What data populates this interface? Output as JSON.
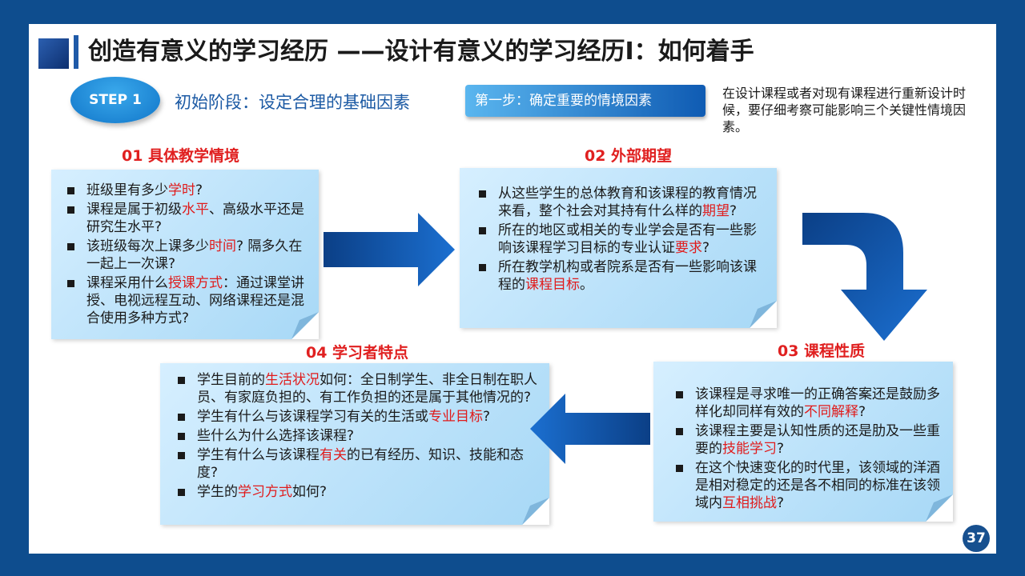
{
  "header": {
    "title": "创造有意义的学习经历 ——设计有意义的学习经历Ⅰ：如何着手"
  },
  "step": {
    "badge": "STEP 1",
    "phase": "初始阶段：设定合理的基础因素",
    "button": "第一步：确定重要的情境因素",
    "intro": "在设计课程或者对现有课程进行重新设计时候，要仔细考察可能影响三个关键性情境因素。"
  },
  "sections": [
    {
      "title": "01 具体教学情境",
      "items": [
        [
          {
            "t": "班级里有多少"
          },
          {
            "t": "学时",
            "hl": true
          },
          {
            "t": "?"
          }
        ],
        [
          {
            "t": "课程是属于初级"
          },
          {
            "t": "水平",
            "hl": true
          },
          {
            "t": "、高级水平还是研究生水平?"
          }
        ],
        [
          {
            "t": "该班级每次上课多少"
          },
          {
            "t": "时间",
            "hl": true
          },
          {
            "t": "? 隔多久在一起上一次课?"
          }
        ],
        [
          {
            "t": "课程采用什么"
          },
          {
            "t": "授课方式",
            "hl": true
          },
          {
            "t": "：通过课堂讲授、电视远程互动、网络课程还是混合使用多种方式?"
          }
        ]
      ]
    },
    {
      "title": "02 外部期望",
      "items": [
        [
          {
            "t": "从这些学生的总体教育和该课程的教育情况来看，整个社会对其持有什么样的"
          },
          {
            "t": "期望",
            "hl": true
          },
          {
            "t": "?"
          }
        ],
        [
          {
            "t": "所在的地区或相关的专业学会是否有一些影响该课程学习目标的专业认证"
          },
          {
            "t": "要求",
            "hl": true
          },
          {
            "t": "?"
          }
        ],
        [
          {
            "t": "所在教学机构或者院系是否有一些影响该课程的"
          },
          {
            "t": "课程目标",
            "hl": true
          },
          {
            "t": "。"
          }
        ]
      ]
    },
    {
      "title": "03 课程性质",
      "items": [
        [
          {
            "t": "该课程是寻求唯一的正确答案还是鼓励多样化却同样有效的"
          },
          {
            "t": "不同解释",
            "hl": true
          },
          {
            "t": "?"
          }
        ],
        [
          {
            "t": "该课程主要是认知性质的还是肋及一些重要的"
          },
          {
            "t": "技能学习",
            "hl": true
          },
          {
            "t": "?"
          }
        ],
        [
          {
            "t": "在这个快速变化的时代里，该领域的洋酒是相对稳定的还是各不相同的标准在该领域内"
          },
          {
            "t": "互相挑战",
            "hl": true
          },
          {
            "t": "?"
          }
        ]
      ]
    },
    {
      "title": "04 学习者特点",
      "items": [
        [
          {
            "t": "学生目前的"
          },
          {
            "t": "生活状况",
            "hl": true
          },
          {
            "t": "如何：全日制学生、非全日制在职人员、有家庭负担的、有工作负担的还是属于其他情况的?"
          }
        ],
        [
          {
            "t": "学生有什么与该课程学习有关的生活或"
          },
          {
            "t": "专业目标",
            "hl": true
          },
          {
            "t": "?"
          }
        ],
        [
          {
            "t": "些什么为什么选择该课程?"
          }
        ],
        [
          {
            "t": "学生有什么与该课程"
          },
          {
            "t": "有关",
            "hl": true
          },
          {
            "t": "的已有经历、知识、技能和态度?"
          }
        ],
        [
          {
            "t": "学生的"
          },
          {
            "t": "学习方式",
            "hl": true
          },
          {
            "t": "如何?"
          }
        ]
      ]
    }
  ],
  "page_number": "37",
  "colors": {
    "frame": "#0e4d8e",
    "accent": "#1176c9",
    "highlight": "#e01b1b",
    "note": "#b9e1f8"
  }
}
